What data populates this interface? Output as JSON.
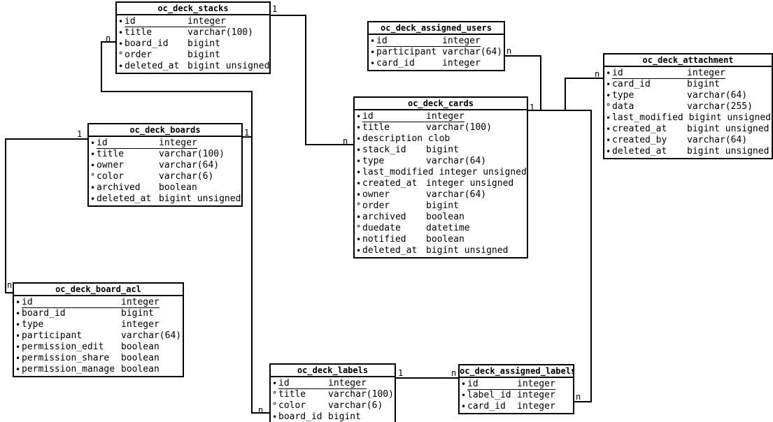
{
  "diagram": {
    "colors": {
      "line": "#000000",
      "table_border": "#000000",
      "background": "#ffffff",
      "text": "#000000"
    },
    "tables": [
      {
        "name": "oc_deck_stacks",
        "fields": [
          {
            "marker": "•",
            "pk": true,
            "name": "id",
            "type": "integer"
          },
          {
            "marker": "•",
            "pk": false,
            "name": "title",
            "type": "varchar(100)"
          },
          {
            "marker": "•",
            "pk": false,
            "name": "board_id",
            "type": "bigint"
          },
          {
            "marker": "°",
            "pk": false,
            "name": "order",
            "type": "bigint"
          },
          {
            "marker": "•",
            "pk": false,
            "name": "deleted_at",
            "type": "bigint unsigned"
          }
        ]
      },
      {
        "name": "oc_deck_assigned_users",
        "fields": [
          {
            "marker": "•",
            "pk": true,
            "name": "id",
            "type": "integer"
          },
          {
            "marker": "•",
            "pk": false,
            "name": "participant",
            "type": "varchar(64)"
          },
          {
            "marker": "•",
            "pk": false,
            "name": "card_id",
            "type": "integer"
          }
        ]
      },
      {
        "name": "oc_deck_attachment",
        "fields": [
          {
            "marker": "•",
            "pk": true,
            "name": "id",
            "type": "integer"
          },
          {
            "marker": "•",
            "pk": false,
            "name": "card_id",
            "type": "bigint"
          },
          {
            "marker": "•",
            "pk": false,
            "name": "type",
            "type": "varchar(64)"
          },
          {
            "marker": "°",
            "pk": false,
            "name": "data",
            "type": "varchar(255)"
          },
          {
            "marker": "•",
            "pk": false,
            "name": "last_modified",
            "type": "bigint unsigned"
          },
          {
            "marker": "•",
            "pk": false,
            "name": "created_at",
            "type": "bigint unsigned"
          },
          {
            "marker": "•",
            "pk": false,
            "name": "created_by",
            "type": "varchar(64)"
          },
          {
            "marker": "•",
            "pk": false,
            "name": "deleted_at",
            "type": "bigint unsigned"
          }
        ]
      },
      {
        "name": "oc_deck_boards",
        "fields": [
          {
            "marker": "•",
            "pk": true,
            "name": "id",
            "type": "integer"
          },
          {
            "marker": "•",
            "pk": false,
            "name": "title",
            "type": "varchar(100)"
          },
          {
            "marker": "•",
            "pk": false,
            "name": "owner",
            "type": "varchar(64)"
          },
          {
            "marker": "°",
            "pk": false,
            "name": "color",
            "type": "varchar(6)"
          },
          {
            "marker": "•",
            "pk": false,
            "name": "archived",
            "type": "boolean"
          },
          {
            "marker": "•",
            "pk": false,
            "name": "deleted_at",
            "type": "bigint unsigned"
          }
        ]
      },
      {
        "name": "oc_deck_cards",
        "fields": [
          {
            "marker": "•",
            "pk": true,
            "name": "id",
            "type": "integer"
          },
          {
            "marker": "•",
            "pk": false,
            "name": "title",
            "type": "varchar(100)"
          },
          {
            "marker": "•",
            "pk": false,
            "name": "description",
            "type": "clob"
          },
          {
            "marker": "•",
            "pk": false,
            "name": "stack_id",
            "type": "bigint"
          },
          {
            "marker": "•",
            "pk": false,
            "name": "type",
            "type": "varchar(64)"
          },
          {
            "marker": "•",
            "pk": false,
            "name": "last_modified",
            "type": "integer unsigned"
          },
          {
            "marker": "•",
            "pk": false,
            "name": "created_at",
            "type": "integer unsigned"
          },
          {
            "marker": "•",
            "pk": false,
            "name": "owner",
            "type": "varchar(64)"
          },
          {
            "marker": "°",
            "pk": false,
            "name": "order",
            "type": "bigint"
          },
          {
            "marker": "•",
            "pk": false,
            "name": "archived",
            "type": "boolean"
          },
          {
            "marker": "°",
            "pk": false,
            "name": "duedate",
            "type": "datetime"
          },
          {
            "marker": "•",
            "pk": false,
            "name": "notified",
            "type": "boolean"
          },
          {
            "marker": "•",
            "pk": false,
            "name": "deleted_at",
            "type": "bigint unsigned"
          }
        ]
      },
      {
        "name": "oc_deck_board_acl",
        "fields": [
          {
            "marker": "•",
            "pk": true,
            "name": "id",
            "type": "integer"
          },
          {
            "marker": "•",
            "pk": false,
            "name": "board_id",
            "type": "bigint"
          },
          {
            "marker": "•",
            "pk": false,
            "name": "type",
            "type": "integer"
          },
          {
            "marker": "•",
            "pk": false,
            "name": "participant",
            "type": "varchar(64)"
          },
          {
            "marker": "•",
            "pk": false,
            "name": "permission_edit",
            "type": "boolean"
          },
          {
            "marker": "•",
            "pk": false,
            "name": "permission_share",
            "type": "boolean"
          },
          {
            "marker": "•",
            "pk": false,
            "name": "permission_manage",
            "type": "boolean"
          }
        ]
      },
      {
        "name": "oc_deck_labels",
        "fields": [
          {
            "marker": "•",
            "pk": true,
            "name": "id",
            "type": "integer"
          },
          {
            "marker": "°",
            "pk": false,
            "name": "title",
            "type": "varchar(100)"
          },
          {
            "marker": "°",
            "pk": false,
            "name": "color",
            "type": "varchar(6)"
          },
          {
            "marker": "•",
            "pk": false,
            "name": "board_id",
            "type": "bigint"
          }
        ]
      },
      {
        "name": "oc_deck_assigned_labels",
        "fields": [
          {
            "marker": "•",
            "pk": true,
            "name": "id",
            "type": "integer"
          },
          {
            "marker": "•",
            "pk": false,
            "name": "label_id",
            "type": "integer"
          },
          {
            "marker": "•",
            "pk": false,
            "name": "card_id",
            "type": "integer"
          }
        ]
      }
    ],
    "relationships": [
      {
        "from": "oc_deck_stacks",
        "from_label": "1",
        "to": "oc_deck_cards",
        "to_label": "n"
      },
      {
        "from": "oc_deck_boards",
        "from_label": "1",
        "to": "oc_deck_stacks",
        "to_label": "n"
      },
      {
        "from": "oc_deck_boards",
        "from_label": "1",
        "to": "oc_deck_board_acl",
        "to_label": "n"
      },
      {
        "from": "oc_deck_boards",
        "from_label": "1",
        "to": "oc_deck_labels",
        "to_label": "n"
      },
      {
        "from": "oc_deck_cards",
        "from_label": "1",
        "to": "oc_deck_assigned_users",
        "to_label": "n"
      },
      {
        "from": "oc_deck_cards",
        "from_label": "1",
        "to": "oc_deck_attachment",
        "to_label": "n"
      },
      {
        "from": "oc_deck_cards",
        "from_label": "1",
        "to": "oc_deck_assigned_labels",
        "to_label": "n"
      },
      {
        "from": "oc_deck_labels",
        "from_label": "1",
        "to": "oc_deck_assigned_labels",
        "to_label": "n"
      }
    ]
  }
}
